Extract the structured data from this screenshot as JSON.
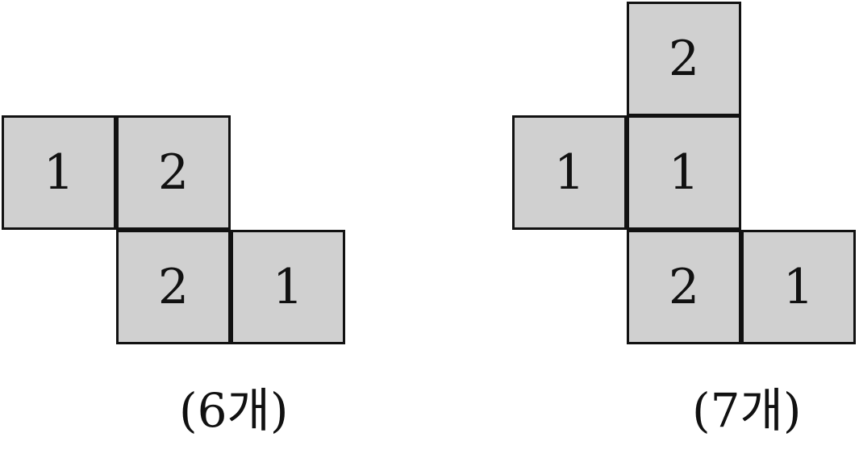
{
  "figures": [
    {
      "cells": [
        "1",
        "2",
        "2",
        "1"
      ],
      "caption": "(6개)"
    },
    {
      "cells": [
        "2",
        "1",
        "1",
        "2",
        "1"
      ],
      "caption": "(7개)"
    }
  ],
  "colors": {
    "cell_fill": "#d0d0d0",
    "border": "#111111"
  }
}
